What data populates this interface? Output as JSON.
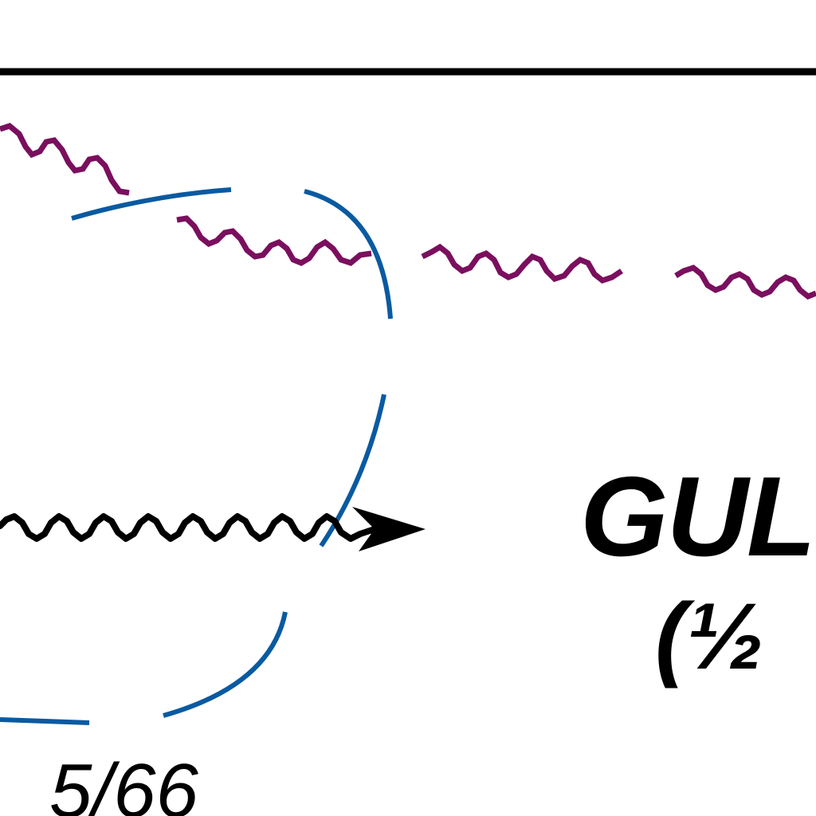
{
  "labels": {
    "right_main": "GUL",
    "right_sub": "(½",
    "bottom": "5/66"
  },
  "colors": {
    "rule": "#000000",
    "photon_wave": "#7a0f5e",
    "arc": "#0a5aa0",
    "arrow_wave": "#000000"
  }
}
